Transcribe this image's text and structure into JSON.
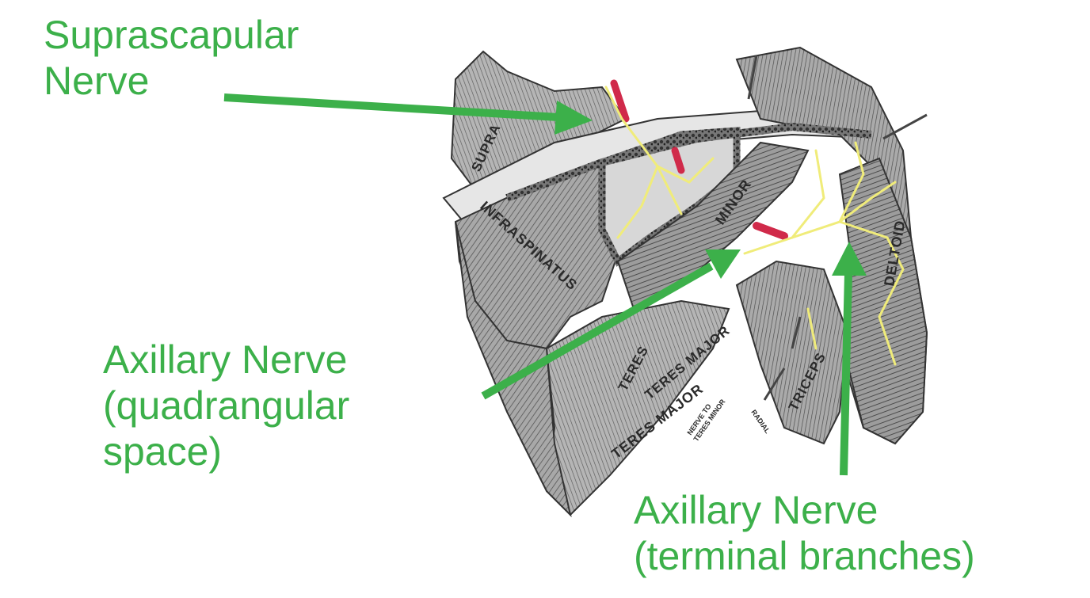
{
  "callouts": {
    "suprascapular": [
      "Suprascapular",
      "Nerve"
    ],
    "axillary_quad": [
      "Axillary Nerve",
      "(quadrangular",
      "space)"
    ],
    "axillary_terminal": [
      "Axillary Nerve",
      "(terminal branches)"
    ]
  },
  "muscle_labels": {
    "supra": "SUPRA",
    "infraspinatus": "INFRASPINATUS",
    "minor": "MINOR",
    "deltoid": "DELTOID",
    "teres_upper": "TERES",
    "teres_major_upper": "TERES MAJOR",
    "teres_major_lower": "TERES MAJOR",
    "triceps": "TRICEPS",
    "nerve_to_teres_minor_1": "NERVE TO",
    "nerve_to_teres_minor_2": "TERES MINOR",
    "radial": "RADIAL"
  },
  "colors": {
    "callout_green": "#3cb04a",
    "nerve_yellow": "#f0ec7a",
    "artery_red": "#d02a4a",
    "muscle_gray": "#9a9a9a"
  }
}
